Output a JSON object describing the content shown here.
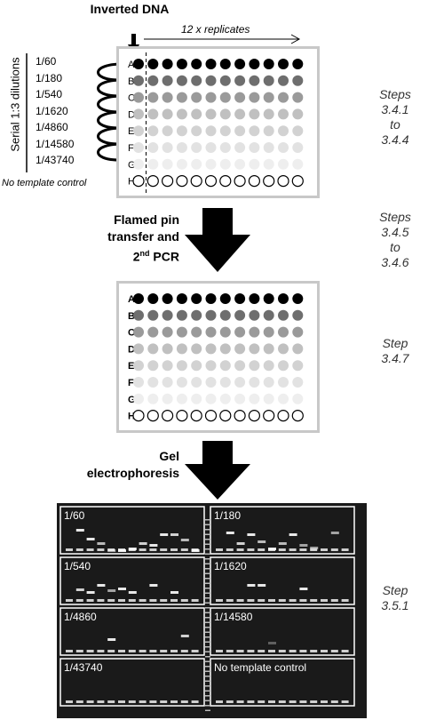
{
  "top": {
    "inverted_dna_label": "Inverted DNA",
    "replicates_label": "12 x replicates",
    "serial_label": "Serial 1:3 dilutions",
    "dilutions": [
      "1/60",
      "1/180",
      "1/540",
      "1/1620",
      "1/4860",
      "1/14580",
      "1/43740"
    ],
    "ntc_label": "No template control",
    "row_letters": [
      "A",
      "B",
      "C",
      "D",
      "E",
      "F",
      "G",
      "H"
    ]
  },
  "arrows": {
    "first": "Flamed pin transfer and 2nd PCR",
    "first_line1": "Flamed pin",
    "first_line2": "transfer and",
    "first_line3_base": "2",
    "first_line3_sup": "nd",
    "first_line3_rest": " PCR",
    "second_line1": "Gel",
    "second_line2": "electrophoresis"
  },
  "steps": {
    "s1_line1": "Steps",
    "s1_line2": "3.4.1",
    "s1_line3": "to",
    "s1_line4": "3.4.4",
    "s2_line1": "Steps",
    "s2_line2": "3.4.5",
    "s2_line3": "to",
    "s2_line4": "3.4.6",
    "s3_line1": "Step",
    "s3_line2": "3.4.7",
    "s4_line1": "Step",
    "s4_line2": "3.5.1"
  },
  "gel": {
    "panels": [
      "1/60",
      "1/180",
      "1/540",
      "1/1620",
      "1/4860",
      "1/14580",
      "1/43740",
      "No template control"
    ]
  },
  "colors": {
    "row_fills": [
      "#000000",
      "#6e6e6e",
      "#9a9a9a",
      "#c0c0c0",
      "#d2d2d2",
      "#e2e2e2",
      "#eeeeee",
      "#ffffff"
    ],
    "plate_border": "#c8c8c8",
    "gel_bg": "#1a1a1a"
  }
}
